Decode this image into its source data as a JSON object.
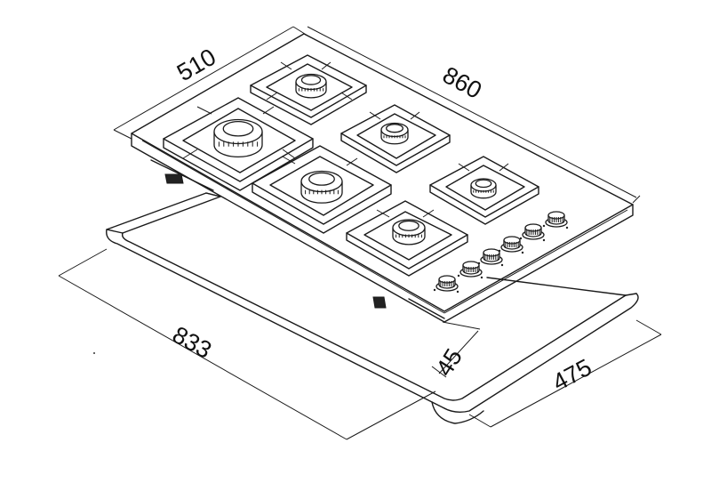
{
  "dimensions": {
    "width": "860",
    "depth": "510",
    "cutout_width": "833",
    "cutout_depth": "475",
    "height": "45"
  },
  "burners": [
    {
      "name": "rear-left"
    },
    {
      "name": "large-left"
    },
    {
      "name": "rear-right"
    },
    {
      "name": "center"
    },
    {
      "name": "right"
    },
    {
      "name": "front"
    }
  ],
  "knobs": [
    {
      "name": "knob-1"
    },
    {
      "name": "knob-2"
    },
    {
      "name": "knob-3"
    },
    {
      "name": "knob-4"
    },
    {
      "name": "knob-5"
    },
    {
      "name": "knob-6"
    }
  ]
}
